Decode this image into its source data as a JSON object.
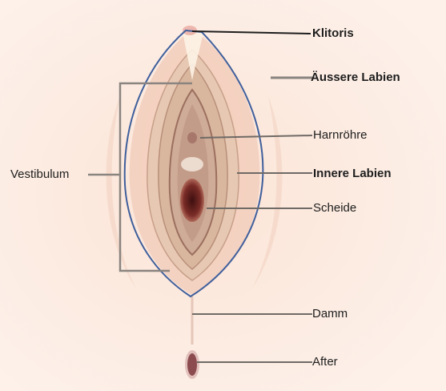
{
  "labels": {
    "klitoris": "Klitoris",
    "aeussere_labien": "Äussere Labien",
    "harnroehre": "Harnröhre",
    "innere_labien": "Innere Labien",
    "scheide": "Scheide",
    "vestibulum": "Vestibulum",
    "damm": "Damm",
    "after": "After"
  },
  "colors": {
    "background": "#fbe7dc",
    "outer_labia": "#f0c3ad",
    "inner_labia": "#d7b59c",
    "vestibule": "#c9a692",
    "vaginal_opening": "#6e2a26",
    "outline": "#3f5f9c",
    "leader_line": "#6f6a66"
  }
}
